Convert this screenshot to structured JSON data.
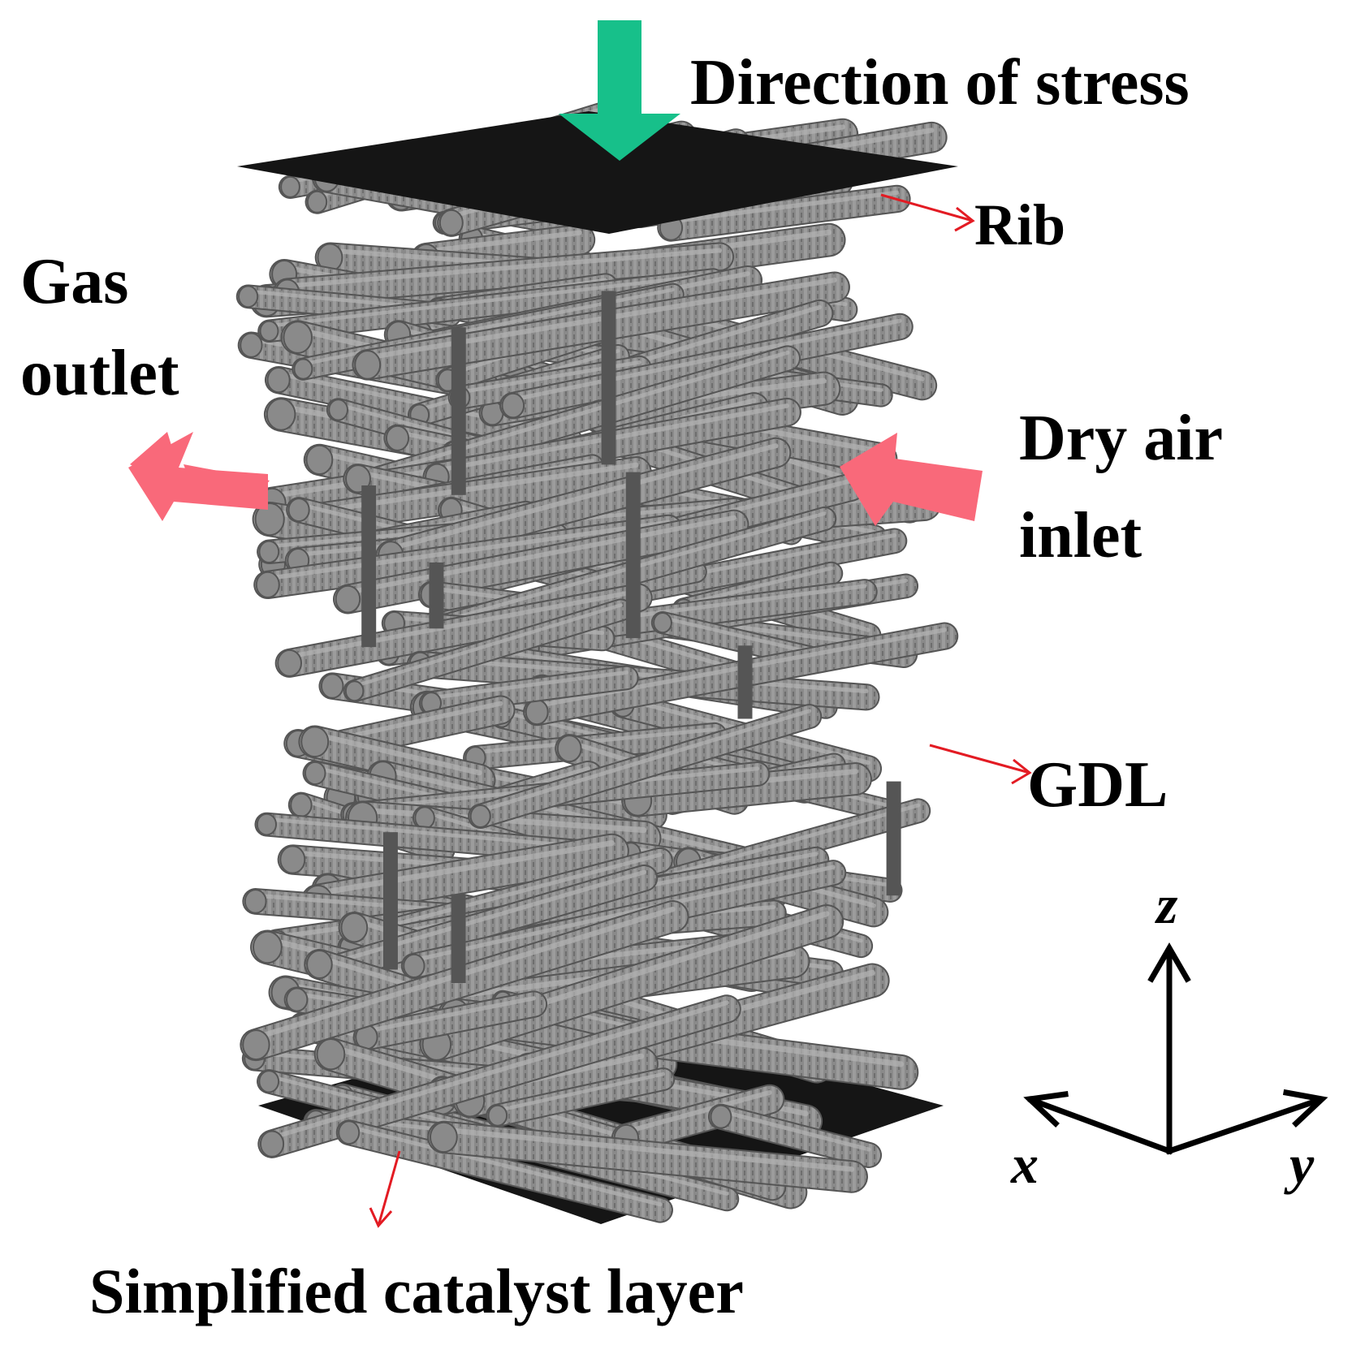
{
  "labels": {
    "stress": "Direction of stress",
    "rib": "Rib",
    "gas_outlet_line1": "Gas",
    "gas_outlet_line2": "outlet",
    "dry_air_line1": "Dry air",
    "dry_air_line2": "inlet",
    "gdl": "GDL",
    "catalyst": "Simplified catalyst layer"
  },
  "axes": {
    "z": "z",
    "x": "x",
    "y": "y"
  },
  "colors": {
    "stress_arrow": "#17c08a",
    "flow_arrow": "#f9697a",
    "pointer": "#e31b23",
    "plate": "#151515",
    "fiber": "#8a8a8a",
    "fiber_dark": "#555555",
    "fiber_light": "#b4b4b4",
    "axis": "#000000"
  },
  "icons": {
    "stress": "down-arrow-icon",
    "gas_outlet": "left-arrow-icon",
    "dry_air_inlet": "left-arrow-icon"
  }
}
